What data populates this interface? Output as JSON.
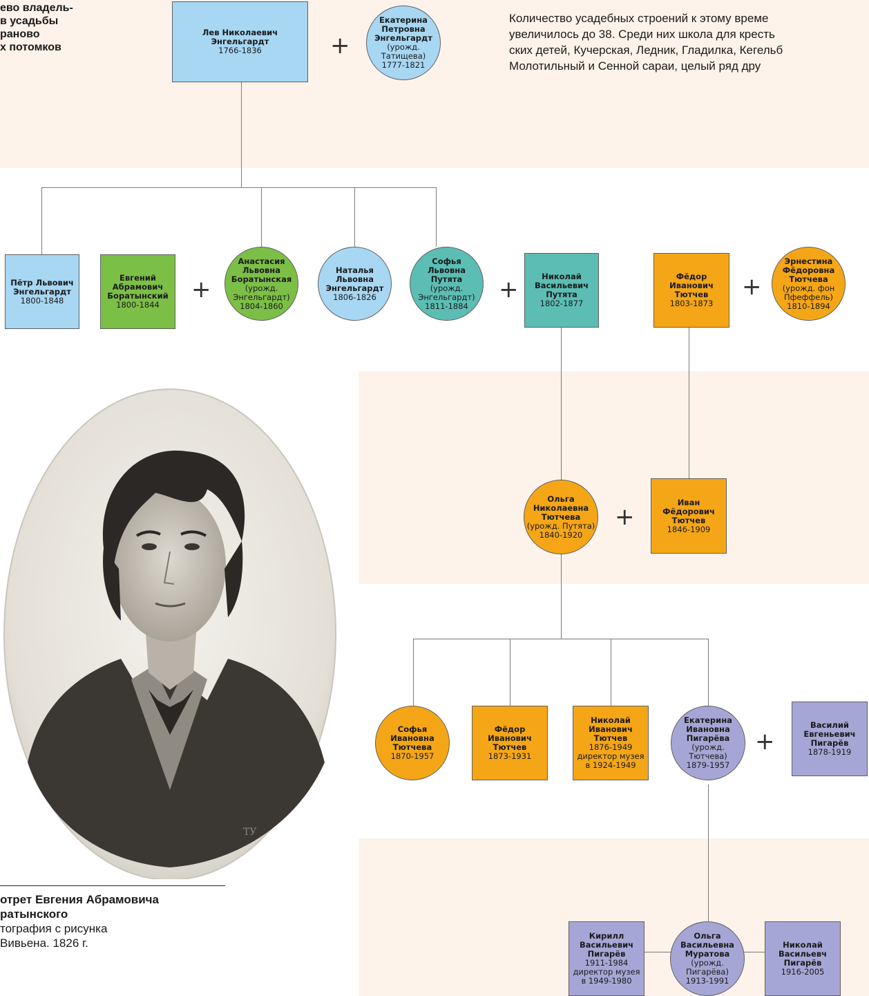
{
  "heading": {
    "lines": [
      "ево владель-",
      "в усадьбы",
      "раново",
      "х потомков"
    ]
  },
  "article": {
    "lines": [
      "Количество усадебных строений к этому време",
      "увеличилось до 38. Среди них школа для кресть",
      "ских детей, Кучерская, Ледник, Гладилка, Кегельб",
      "Молотильный и Сенной сараи, целый ряд дру"
    ]
  },
  "tree": {
    "gen1": {
      "lev": {
        "name": [
          "Лев Николаевич",
          "Энгельгардт"
        ],
        "note": [
          "1766-1836"
        ]
      },
      "ekaterina": {
        "name": [
          "Екатерина",
          "Петровна",
          "Энгельгардт"
        ],
        "note": [
          "(урожд.",
          "Татищева)",
          "1777-1821"
        ]
      }
    },
    "gen2": {
      "petr": {
        "name": [
          "Пётр Львович",
          "Энгельгардт"
        ],
        "note": [
          "1800-1848"
        ]
      },
      "evgeniy": {
        "name": [
          "Евгений",
          "Абрамович",
          "Боратынский"
        ],
        "note": [
          "1800-1844"
        ]
      },
      "anastasia": {
        "name": [
          "Анастасия",
          "Львовна",
          "Боратынская"
        ],
        "note": [
          "(урожд.",
          "Энгельгардт)",
          "1804-1860"
        ]
      },
      "natalia": {
        "name": [
          "Наталья",
          "Львовна",
          "Энгельгардт"
        ],
        "note": [
          "1806-1826"
        ]
      },
      "sofia": {
        "name": [
          "Софья",
          "Львовна",
          "Путята"
        ],
        "note": [
          "(урожд.",
          "Энгельгардт)",
          "1811-1884"
        ]
      },
      "nikolai": {
        "name": [
          "Николай",
          "Васильевич",
          "Путята"
        ],
        "note": [
          "1802-1877"
        ]
      },
      "fedor": {
        "name": [
          "Фёдор",
          "Иванович",
          "Тютчев"
        ],
        "note": [
          "1803-1873"
        ]
      },
      "ernestina": {
        "name": [
          "Эрнестина",
          "Фёдоровна",
          "Тютчева"
        ],
        "note": [
          "(урожд. фон",
          "Пфеффель)",
          "1810-1894"
        ]
      }
    },
    "gen3": {
      "olga": {
        "name": [
          "Ольга",
          "Николаевна",
          "Тютчева"
        ],
        "note": [
          "(урожд. Путята)",
          "1840-1920"
        ]
      },
      "ivan": {
        "name": [
          "Иван",
          "Фёдорович",
          "Тютчев"
        ],
        "note": [
          "1846-1909"
        ]
      }
    },
    "gen4": {
      "sofia": {
        "name": [
          "Софья",
          "Ивановна",
          "Тютчева"
        ],
        "note": [
          "1870-1957"
        ]
      },
      "fedor": {
        "name": [
          "Фёдор",
          "Иванович",
          "Тютчев"
        ],
        "note": [
          "1873-1931"
        ]
      },
      "nikolai": {
        "name": [
          "Николай",
          "Иванович",
          "Тютчев"
        ],
        "note": [
          "1876-1949",
          "директор музея",
          "в 1924-1949"
        ]
      },
      "ekaterina": {
        "name": [
          "Екатерина",
          "Ивановна",
          "Пигарёва"
        ],
        "note": [
          "(урожд.",
          "Тютчева)",
          "1879-1957"
        ]
      },
      "vasiliy": {
        "name": [
          "Василий",
          "Евгеньевич",
          "Пигарёв"
        ],
        "note": [
          "1878-1919"
        ]
      }
    },
    "gen5": {
      "kirill": {
        "name": [
          "Кирилл",
          "Васильевич",
          "Пигарёв"
        ],
        "note": [
          "1911-1984",
          "директор музея",
          "в 1949-1980"
        ]
      },
      "olga": {
        "name": [
          "Ольга",
          "Васильевна",
          "Муратова"
        ],
        "note": [
          "(урожд.",
          "Пигарёва)",
          "1913-1991"
        ]
      },
      "nikolai": {
        "name": [
          "Николай",
          "Васильевч",
          "Пигарёв"
        ],
        "note": [
          "1916-2005"
        ]
      }
    },
    "plus": "+"
  },
  "portrait": {
    "signature": "ТУ"
  },
  "caption": {
    "title": [
      "отрет Евгения Абрамовича",
      "ратынского"
    ],
    "text": [
      "тография с рисунка",
      "Вивьена. 1826 г."
    ]
  },
  "colors": {
    "blue": "#a7d7f3",
    "green": "#7cbf47",
    "teal": "#5cbdb4",
    "orange": "#f5a617",
    "purple": "#a6a6d6",
    "band": "#fdf3ea"
  }
}
